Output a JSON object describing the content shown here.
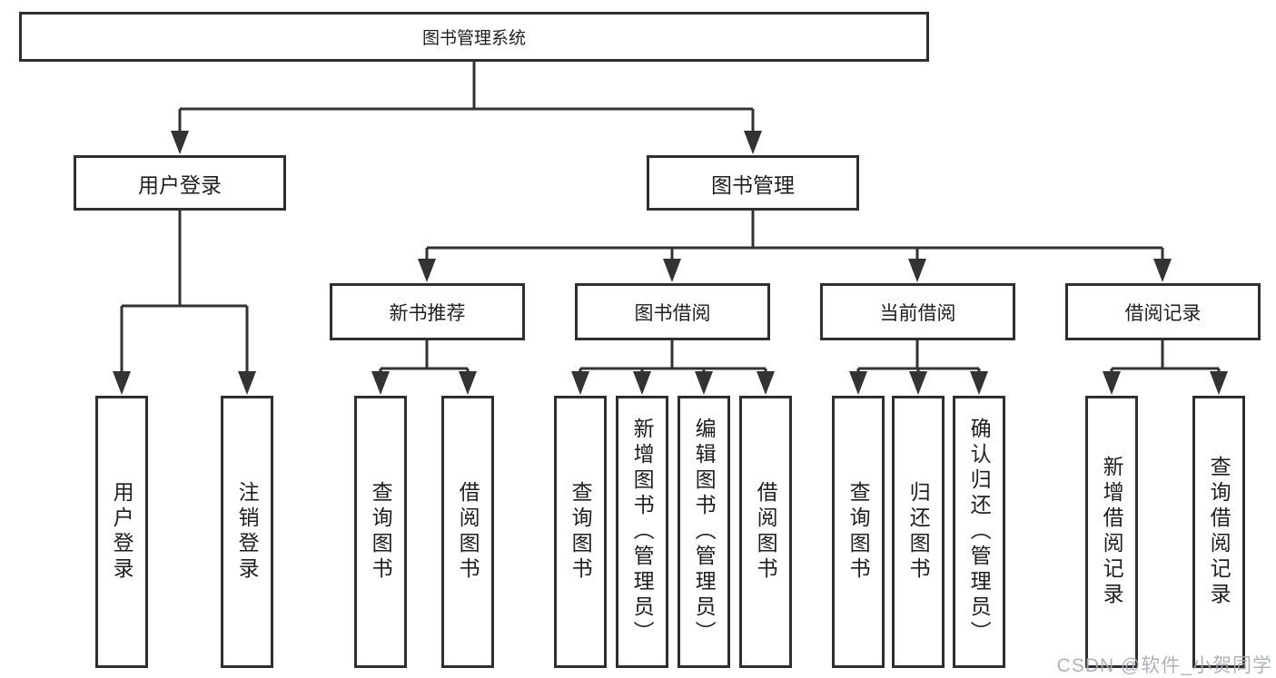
{
  "diagram": {
    "root": {
      "label": "图书管理系统"
    },
    "level2": {
      "user_login": "用户登录",
      "book_management": "图书管理"
    },
    "level3": {
      "new_books": "新书推荐",
      "borrowing": "图书借阅",
      "current": "当前借阅",
      "records": "借阅记录"
    },
    "leaves": {
      "user_login": [
        "用户登录",
        "注销登录"
      ],
      "new_books": [
        "查询图书",
        "借阅图书"
      ],
      "borrowing": [
        "查询图书",
        "新增图书（管理员）",
        "编辑图书（管理员）",
        "借阅图书"
      ],
      "current": [
        "查询图书",
        "归还图书",
        "确认归还（管理员）"
      ],
      "records": [
        "新增借阅记录",
        "查询借阅记录"
      ]
    }
  },
  "colors": {
    "line": "#333333",
    "box_border": "#2f2f2f",
    "text": "#1f1f1f",
    "watermark": "#a5aab2",
    "background": "#ffffff"
  },
  "watermark": {
    "text": "CSDN @软件_小贺同学"
  }
}
